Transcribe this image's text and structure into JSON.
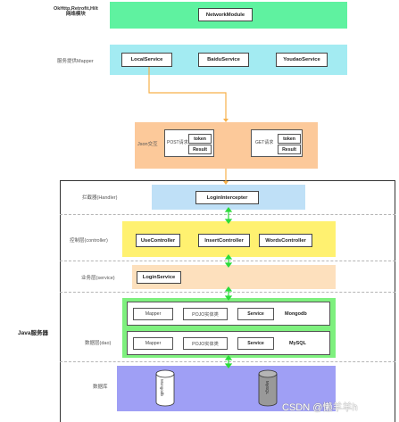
{
  "network_layer": {
    "label_line1": "OkHttp,Retrofit,Hilt",
    "label_line2": "网络模块",
    "module": "NetworkModule"
  },
  "service_layer": {
    "label": "服务提供Mapper",
    "services": [
      "LocalService",
      "BaiduService",
      "YoudaoService"
    ]
  },
  "json_layer": {
    "label": "Json交互",
    "post": {
      "label": "POST请求",
      "token": "token",
      "result": "Result"
    },
    "get": {
      "label": "GET请求",
      "token": "token",
      "result": "Result"
    }
  },
  "server": {
    "label": "Java服务器",
    "handler": {
      "label": "拦截器(Handler)",
      "box": "LoginIntercepter"
    },
    "controller": {
      "label": "控制层(controller)",
      "boxes": [
        "UseController",
        "InsertController",
        "WordsController"
      ]
    },
    "service": {
      "label": "业务层(service)",
      "box": "LoginService"
    },
    "dao": {
      "label": "数据层(dao)",
      "rows": [
        {
          "cells": [
            "Mapper",
            "POJO实体类",
            "Service"
          ],
          "db": "Mongodb"
        },
        {
          "cells": [
            "Mapper",
            "POJO实体类",
            "Service"
          ],
          "db": "MySQL"
        }
      ]
    },
    "database": {
      "label": "数据库",
      "cylinders": [
        "Mongodb",
        "MySQL"
      ]
    }
  },
  "watermark": "CSDN @懒羊羊h",
  "colors": {
    "green": "#5ff2a0",
    "cyan": "#a3ebf2",
    "peach": "#fcc99a",
    "lightblue": "#bfe0f7",
    "yellow": "#fff170",
    "lightpeach": "#fde0bd",
    "brightgreen": "#7ef07e",
    "purple": "#9f9ff5",
    "orange_line": "#f6b04a",
    "green_line": "#2bdc3a"
  }
}
